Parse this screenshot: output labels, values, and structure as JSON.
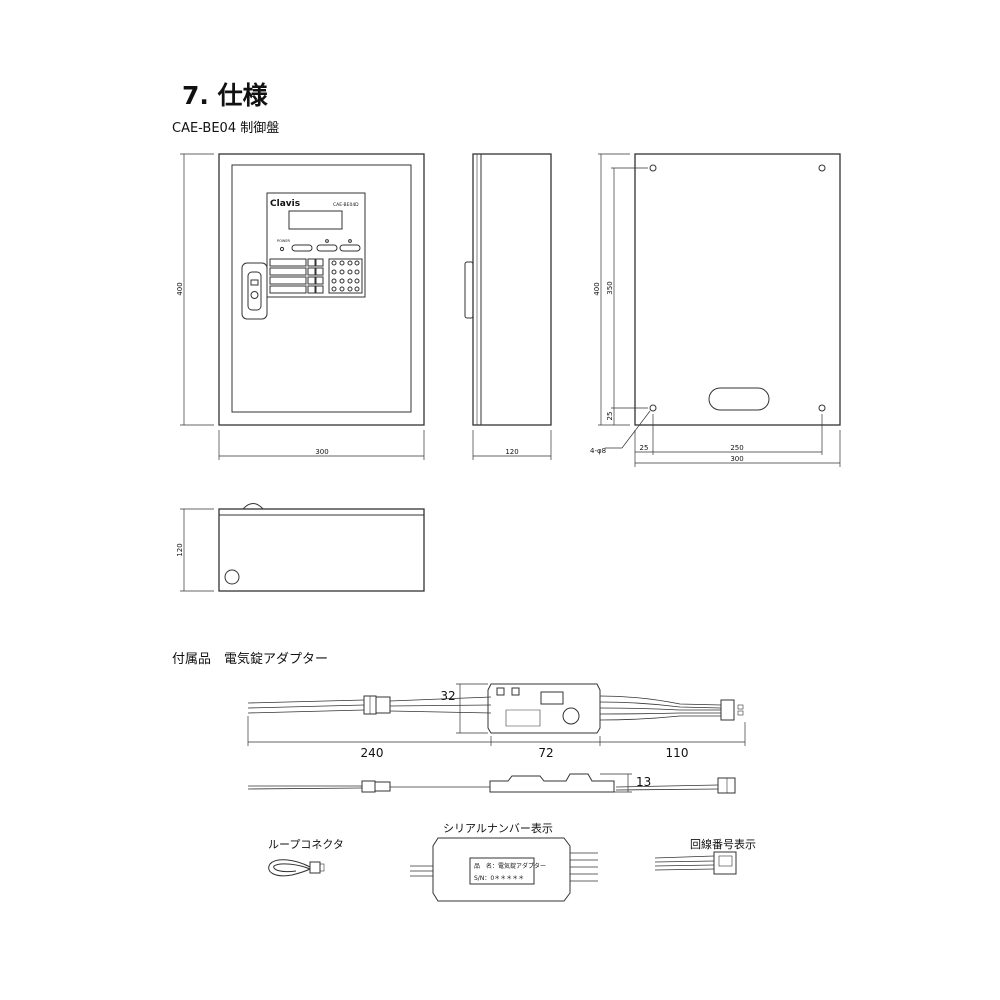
{
  "header": {
    "section_title": "7. 仕様",
    "product_label": "CAE-BE04 制御盤"
  },
  "panel": {
    "brand": "Clavis",
    "model": "CAE-BE04D",
    "power_label": "POWER"
  },
  "dimensions": {
    "front_width": "300",
    "front_height": "400",
    "side_depth": "120",
    "rear_height": "400",
    "rear_hole_spacing_v": "350",
    "rear_edge_v": "25",
    "rear_edge_h": "25",
    "rear_hole_spacing_h": "250",
    "rear_width": "300",
    "hole_spec": "4-φ8",
    "bottom_depth": "120"
  },
  "accessories": {
    "section_title": "付属品　電気錠アダプター",
    "dim_height": "32",
    "dim_left": "240",
    "dim_mid": "72",
    "dim_right": "110",
    "dim_thickness": "13",
    "loop_connector_caption": "ループコネクタ",
    "serial_caption": "シリアルナンバー表示",
    "line_number_caption": "回線番号表示",
    "label_name": "品　名：電気錠アダプター",
    "label_serial": "S/N：0＊＊＊＊＊"
  }
}
